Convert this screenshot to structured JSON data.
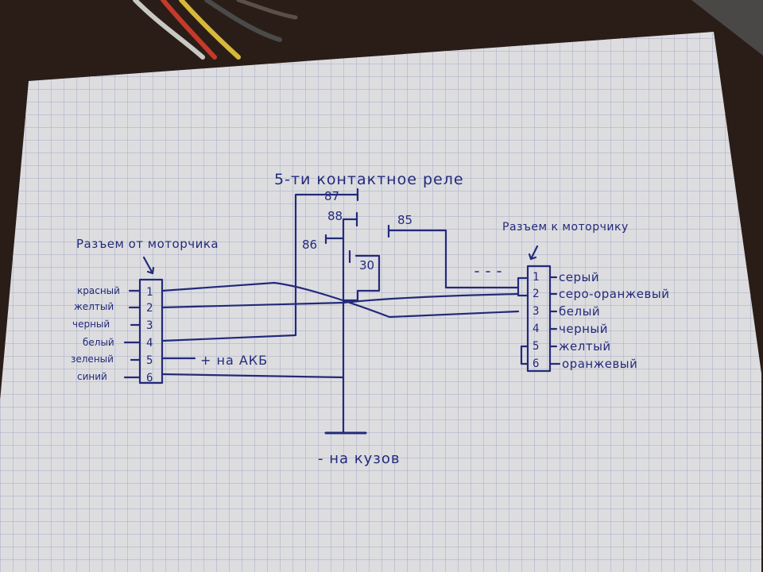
{
  "diagram": {
    "relay_title": "5-ти контактное реле",
    "relay_pins": {
      "p87": "87",
      "p88": "88",
      "p86": "86",
      "p85": "85",
      "p30": "30"
    },
    "left_connector": {
      "title": "Разъем от моторчика",
      "pins": [
        {
          "num": "1",
          "label": "красный"
        },
        {
          "num": "2",
          "label": "желтый"
        },
        {
          "num": "3",
          "label": "черный"
        },
        {
          "num": "4",
          "label": "белый"
        },
        {
          "num": "5",
          "label": "зеленый"
        },
        {
          "num": "6",
          "label": "синий"
        }
      ]
    },
    "right_connector": {
      "title": "Разъем к моторчику",
      "pins": [
        {
          "num": "1",
          "label": "серый"
        },
        {
          "num": "2",
          "label": "серо-оранжевый"
        },
        {
          "num": "3",
          "label": "белый"
        },
        {
          "num": "4",
          "label": "черный"
        },
        {
          "num": "5",
          "label": "желтый"
        },
        {
          "num": "6",
          "label": "оранжевый"
        }
      ]
    },
    "battery_label": "+ на АКБ",
    "ground_label": "- на кузов"
  },
  "colors": {
    "ink": "#232a7a",
    "paper": "#e9e9ec",
    "grid": "#a9b2cc",
    "background": "#2a1d18"
  }
}
